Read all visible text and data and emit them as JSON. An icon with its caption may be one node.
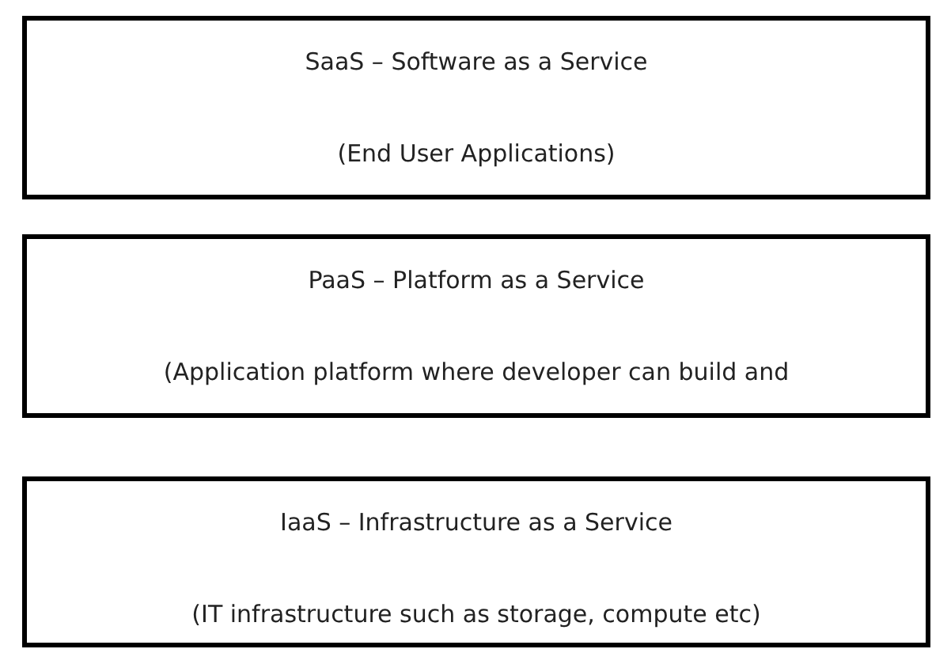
{
  "diagram": {
    "nodes": [
      {
        "text": [
          "SaaS – Software as a Service",
          "(End User Applications)"
        ]
      },
      {
        "text": [
          "PaaS – Platform as a Service",
          "(Application platform where developer can build and"
        ]
      },
      {
        "text": [
          "IaaS – Infrastructure as a Service",
          "(IT infrastructure such as storage, compute etc)"
        ]
      }
    ]
  }
}
